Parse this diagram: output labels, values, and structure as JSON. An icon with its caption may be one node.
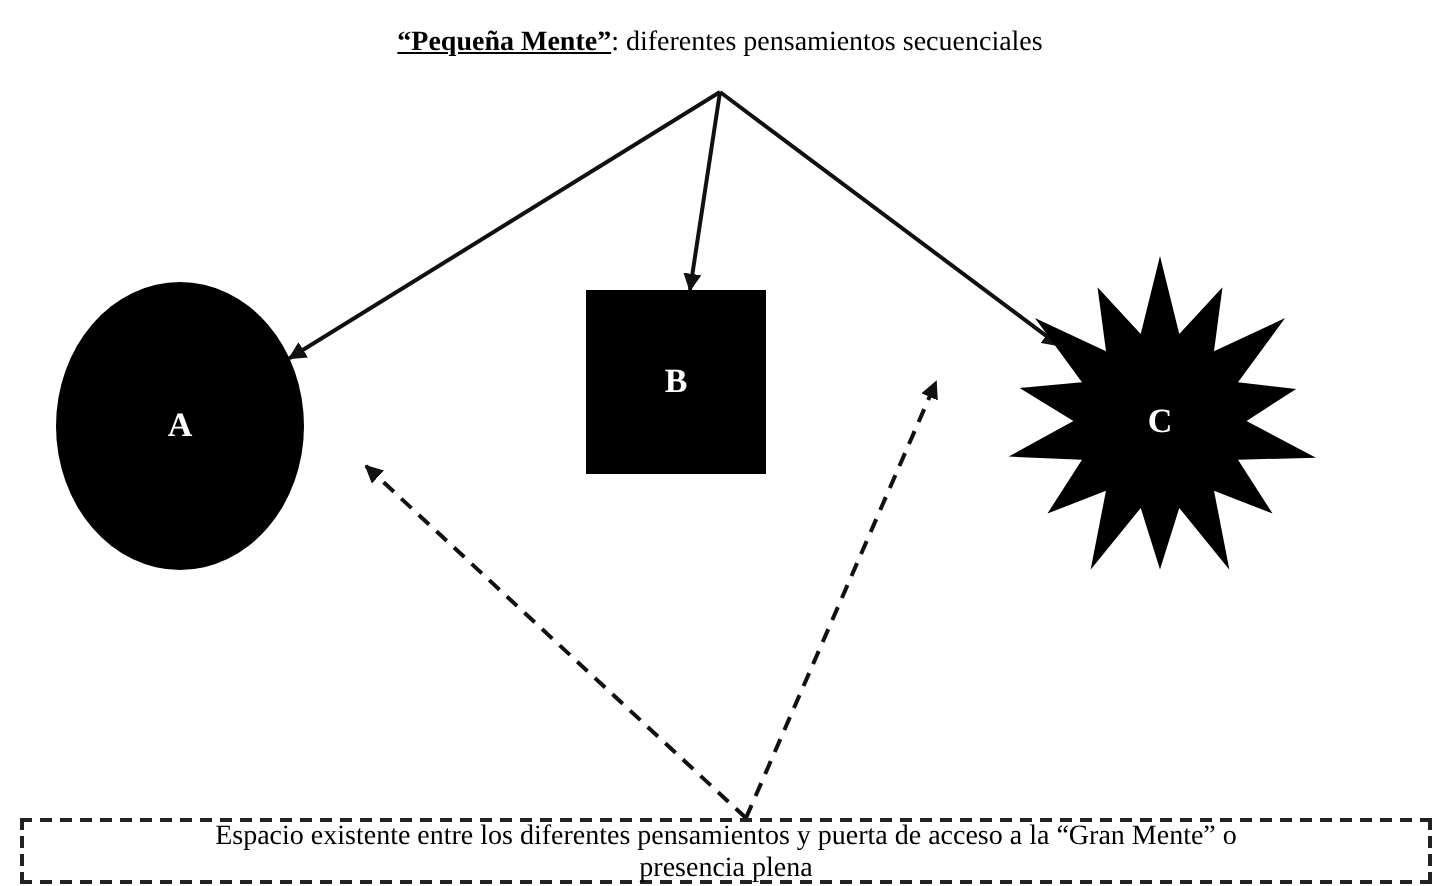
{
  "diagram": {
    "nodes": [
      {
        "text": [
          "**“Pequeña Mente”**: diferentes pensamientos secuenciales"
        ]
      },
      {
        "text": [
          "A"
        ]
      },
      {
        "text": [
          "B"
        ]
      },
      {
        "text": [
          "C"
        ]
      },
      {
        "text": [
          "Espacio existente entre los diferentes pensamientos y puerta de acceso a la “Gran Mente” o presencia plena"
        ]
      }
    ],
    "edges": [
      {
        "from": 0,
        "to": 1,
        "arrow": "to"
      },
      {
        "from": 0,
        "to": 2,
        "arrow": "to"
      },
      {
        "from": 0,
        "to": 3,
        "arrow": "to"
      },
      {
        "from": 4,
        "to": null,
        "arrow": "to",
        "style": "dashed"
      },
      {
        "from": 4,
        "to": null,
        "arrow": "to",
        "style": "dashed"
      }
    ]
  }
}
